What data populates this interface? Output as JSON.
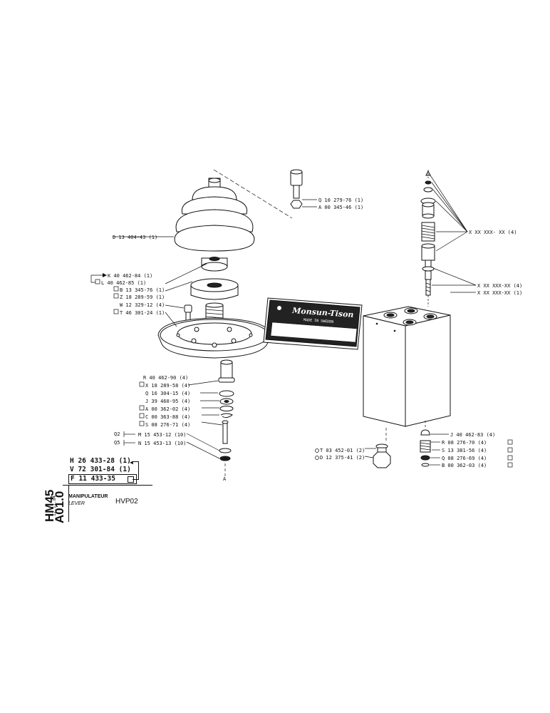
{
  "title_block": {
    "model": "HM45",
    "sheet": "A01.0",
    "date": "12.11.84",
    "name_fr": "MANIPULATEUR",
    "name_en": "LEVER",
    "code": "HVP02",
    "refs": [
      "H 26 433-28 (1)",
      "V 72 301-84 (1)",
      "F 11 433-35"
    ]
  },
  "nameplate": {
    "brand": "Monsun-Tison",
    "made_in": "MADE IN SWEDEN"
  },
  "labels": {
    "q10": "Q 10 279-76 (1)",
    "a00345": "A 00 345-46 (1)",
    "d13404": "D 13 404-43 (1)",
    "k40462": "K 40 462-84 (1)",
    "l40462": "L 40 462-85 (1)",
    "b13345": "B 13 345-76 (1)",
    "z18289": "Z 18 289-59 (1)",
    "w12329": "W 12 329-12 (4)",
    "t46301": "T 46 301-24 (1)",
    "r40462": "R 40 462-90 (4)",
    "x18289": "X 18 289-58 (4)",
    "q16304": "Q 16 304-15 (4)",
    "j39460": "J 39 460-95 (4)",
    "a00362": "A 00 362-02 (4)",
    "c00363": "C 00 363-88 (4)",
    "s08276": "S 08 276-71 (4)",
    "q2": "Q2",
    "q5": "Q5",
    "m15453": "M 15 453-12 (10)",
    "n15453": "N 15 453-13 (10)",
    "xx4a": "X XX XXX- XX (4)",
    "xx4b": "X XX XXX-XX (4)",
    "xx1": "X XX XXX-XX (1)",
    "j40462": "J 40 462-83 (4)",
    "r08276": "R 08 276-70 (4)",
    "s13381": "S 13 381-56 (4)",
    "q08276": "Q 08 276-69 (4)",
    "b00362": "B 00 362-03 (4)",
    "t03452": "T 03 452-01 (2)",
    "d12375": "D 12 375-41 (2)",
    "arrow_a": "A"
  }
}
